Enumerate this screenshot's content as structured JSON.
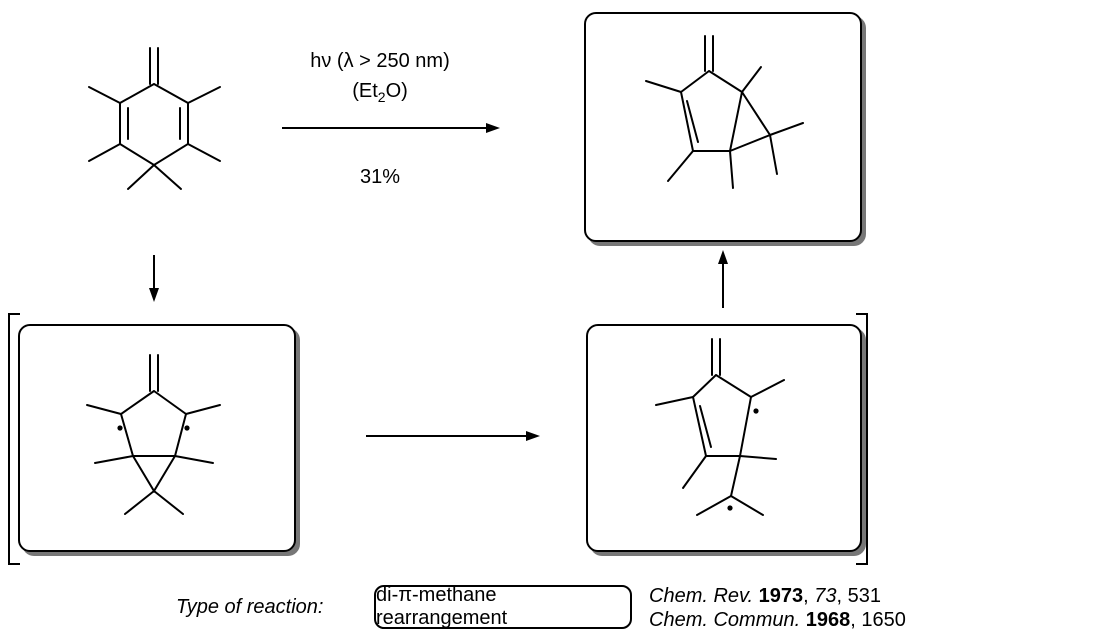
{
  "reaction": {
    "conditions": {
      "line1": "hν (λ > 250 nm)",
      "line2_pre": "(Et",
      "line2_sub": "2",
      "line2_post": "O)",
      "yield": "31%"
    },
    "type_label": "Type of reaction:",
    "type_value": "di-π-methane rearrangement"
  },
  "references": [
    {
      "journal": "Chem. Rev.",
      "year": "1973",
      "volume": "73",
      "page": ", 531"
    },
    {
      "journal": "Chem. Commun.",
      "year": "1968",
      "volume": "",
      "page": ", 1650"
    }
  ]
}
